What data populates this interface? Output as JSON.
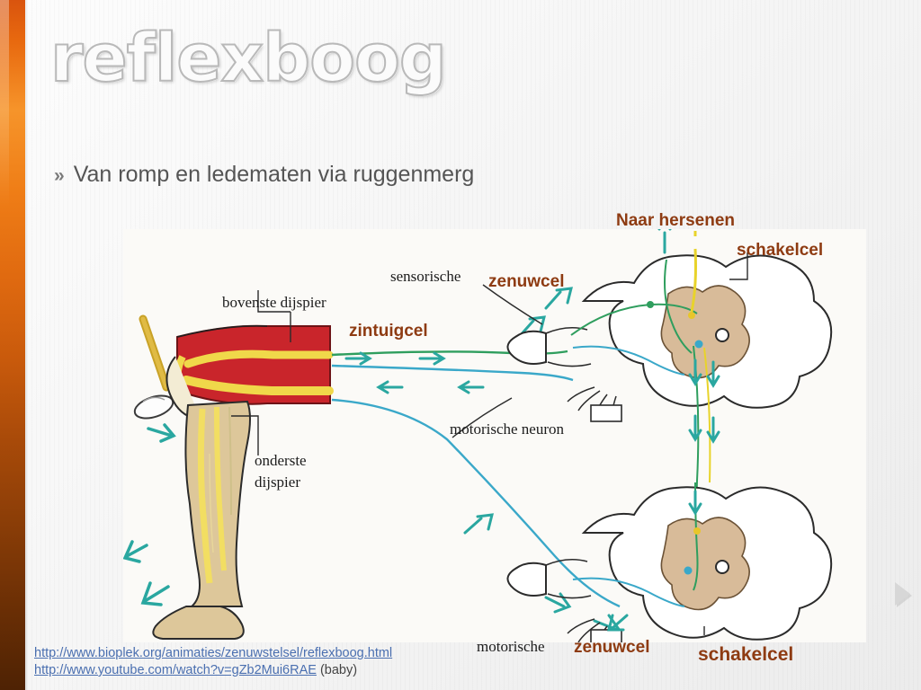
{
  "slide": {
    "title": "reflexboog",
    "bullet_marker": "»",
    "bullet_text": "Van romp en ledematen via ruggenmerg",
    "accent_color": "#e8690f",
    "annotation_color": "#8e3b12"
  },
  "figure": {
    "annotations": [
      {
        "label": "Naar hersenen"
      },
      {
        "label": "schakelcel"
      },
      {
        "label": "zenuwcel"
      },
      {
        "label": "zintuigcel"
      },
      {
        "label": "zenuwcel"
      },
      {
        "label": "schakelcel"
      }
    ],
    "scan_labels": [
      {
        "label": "sensorische"
      },
      {
        "label": "bovenste dijspier"
      },
      {
        "label": "motorische neuron"
      },
      {
        "label": "onderste"
      },
      {
        "label": "dijspier"
      },
      {
        "label": "motorische"
      }
    ]
  },
  "links": {
    "link1": "http://www.bioplek.org/animaties/zenuwstelsel/reflexboog.html",
    "link2": "http://www.youtube.com/watch?v=gZb2Mui6RAE",
    "link2_suffix": " (baby)"
  }
}
